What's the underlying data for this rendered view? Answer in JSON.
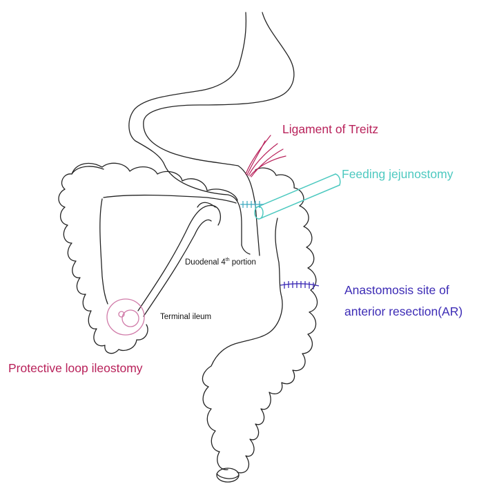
{
  "labels": {
    "ligament_of_treitz": "Ligament of Treitz",
    "feeding_jejunostomy": "Feeding jejunostomy",
    "anastomosis_line1": "Anastomosis site of",
    "anastomosis_line2": "anterior resection(AR)",
    "protective_loop_ileostomy": "Protective loop ileostomy",
    "duodenal_prefix": "Duodenal 4",
    "duodenal_sup": "th",
    "duodenal_suffix": " portion",
    "terminal_ileum": "Terminal ileum"
  },
  "colors": {
    "ligament": "#b8215a",
    "feeding": "#4dc9c0",
    "anastomosis": "#3c2bb5",
    "ileostomy": "#b8215a",
    "stoma": "#d07aa8",
    "outline": "#222222",
    "stitches_jejunum": "#3aa8bf"
  }
}
